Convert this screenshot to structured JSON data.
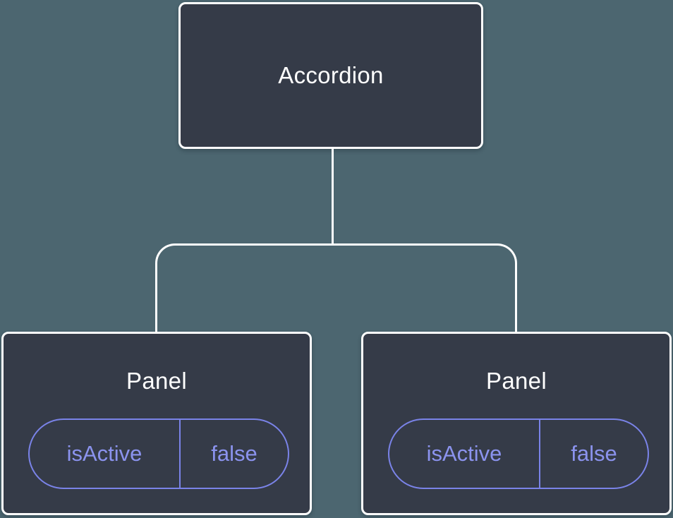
{
  "diagram": {
    "type": "component-tree",
    "colors": {
      "background": "#4c6670",
      "node_fill": "#353b48",
      "node_border": "#ffffff",
      "title_text": "#ffffff",
      "connector": "#ffffff",
      "state_border": "#7a83e8",
      "state_text": "#8b93ee"
    },
    "tree": {
      "root": {
        "label": "Accordion"
      },
      "children": [
        {
          "label": "Panel",
          "state": {
            "key": "isActive",
            "value": "false"
          }
        },
        {
          "label": "Panel",
          "state": {
            "key": "isActive",
            "value": "false"
          }
        }
      ]
    }
  }
}
